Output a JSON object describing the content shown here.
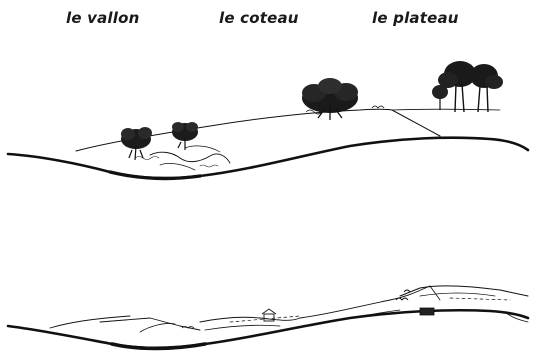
{
  "labels": {
    "vallon": "le vallon",
    "coteau": "le coteau",
    "plateau": "le plateau"
  },
  "colors": {
    "ink": "#111111",
    "background": "#ffffff"
  }
}
